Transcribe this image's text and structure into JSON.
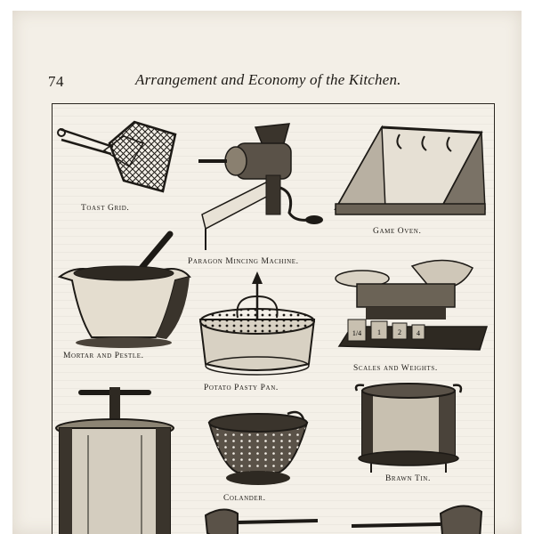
{
  "header": {
    "page_number": "74",
    "title": "Arrangement and Economy of the Kitchen."
  },
  "illustrations": {
    "toast_grid": "Toast Grid.",
    "mincing_machine": "Paragon Mincing Machine.",
    "game_oven": "Game Oven.",
    "mortar_pestle": "Mortar and Pestle.",
    "potato_pasty_pan": "Potato Pasty Pan.",
    "scales_weights": "Scales and Weights.",
    "colander": "Colander.",
    "brawn_tin": "Brawn Tin.",
    "scale_weight_numbers": [
      "1/4",
      "1",
      "2",
      "4"
    ]
  },
  "colors": {
    "ink": "#1d1a16",
    "paper": "#f3efe7"
  }
}
